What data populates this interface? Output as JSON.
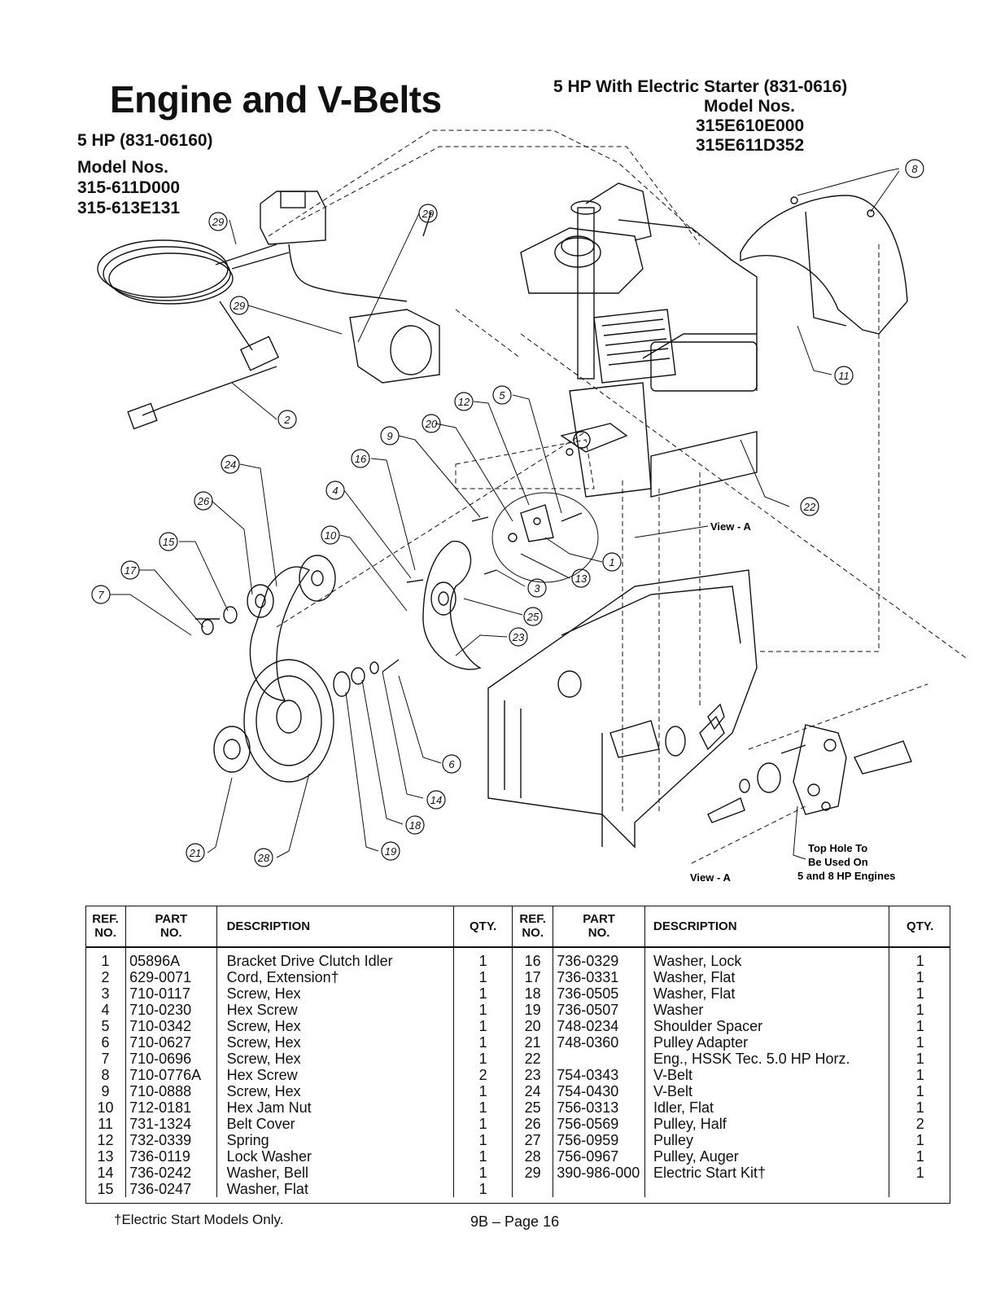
{
  "title": "Engine and V-Belts",
  "left_header": {
    "line1": "5 HP (831-06160)",
    "line2": "Model Nos.",
    "line3": "315-611D000",
    "line4": "315-613E131"
  },
  "right_header": {
    "line1": "5 HP With Electric Starter (831-0616)",
    "line2": "Model Nos.",
    "line3": "315E610E000",
    "line4": "315E611D352"
  },
  "diagram": {
    "callouts": [
      "29",
      "29",
      "29",
      "2",
      "24",
      "26",
      "15",
      "17",
      "7",
      "16",
      "4",
      "10",
      "9",
      "20",
      "12",
      "5",
      "1",
      "13",
      "3",
      "25",
      "23",
      "6",
      "14",
      "18",
      "19",
      "21",
      "28",
      "22",
      "8",
      "11"
    ],
    "view_a_label": "View - A",
    "view_a_caption": "View - A",
    "note_line1": "Top Hole To",
    "note_line2": "Be Used On",
    "note_line3": "5 and 8 HP Engines"
  },
  "table": {
    "headers": {
      "ref": "REF.\nNO.",
      "part": "PART\nNO.",
      "description": "DESCRIPTION",
      "qty": "QTY."
    },
    "left_rows": [
      {
        "ref": "1",
        "part": "05896A",
        "desc": "Bracket Drive Clutch Idler",
        "qty": "1"
      },
      {
        "ref": "2",
        "part": "629-0071",
        "desc": "Cord, Extension†",
        "qty": "1"
      },
      {
        "ref": "3",
        "part": "710-0117",
        "desc": "Screw, Hex",
        "qty": "1"
      },
      {
        "ref": "4",
        "part": "710-0230",
        "desc": "Hex Screw",
        "qty": "1"
      },
      {
        "ref": "5",
        "part": "710-0342",
        "desc": "Screw, Hex",
        "qty": "1"
      },
      {
        "ref": "6",
        "part": "710-0627",
        "desc": "Screw, Hex",
        "qty": "1"
      },
      {
        "ref": "7",
        "part": "710-0696",
        "desc": "Screw, Hex",
        "qty": "1"
      },
      {
        "ref": "8",
        "part": "710-0776A",
        "desc": "Hex Screw",
        "qty": "2"
      },
      {
        "ref": "9",
        "part": "710-0888",
        "desc": "Screw, Hex",
        "qty": "1"
      },
      {
        "ref": "10",
        "part": "712-0181",
        "desc": "Hex Jam Nut",
        "qty": "1"
      },
      {
        "ref": "11",
        "part": "731-1324",
        "desc": "Belt Cover",
        "qty": "1"
      },
      {
        "ref": "12",
        "part": "732-0339",
        "desc": "Spring",
        "qty": "1"
      },
      {
        "ref": "13",
        "part": "736-0119",
        "desc": "Lock Washer",
        "qty": "1"
      },
      {
        "ref": "14",
        "part": "736-0242",
        "desc": "Washer, Bell",
        "qty": "1"
      },
      {
        "ref": "15",
        "part": "736-0247",
        "desc": "Washer, Flat",
        "qty": "1"
      }
    ],
    "right_rows": [
      {
        "ref": "16",
        "part": "736-0329",
        "desc": "Washer, Lock",
        "qty": "1"
      },
      {
        "ref": "17",
        "part": "736-0331",
        "desc": "Washer, Flat",
        "qty": "1"
      },
      {
        "ref": "18",
        "part": "736-0505",
        "desc": "Washer, Flat",
        "qty": "1"
      },
      {
        "ref": "19",
        "part": "736-0507",
        "desc": "Washer",
        "qty": "1"
      },
      {
        "ref": "20",
        "part": "748-0234",
        "desc": "Shoulder Spacer",
        "qty": "1"
      },
      {
        "ref": "21",
        "part": "748-0360",
        "desc": "Pulley Adapter",
        "qty": "1"
      },
      {
        "ref": "22",
        "part": "",
        "desc": "Eng., HSSK Tec. 5.0 HP Horz.",
        "qty": "1"
      },
      {
        "ref": "23",
        "part": "754-0343",
        "desc": "V-Belt",
        "qty": "1"
      },
      {
        "ref": "24",
        "part": "754-0430",
        "desc": "V-Belt",
        "qty": "1"
      },
      {
        "ref": "25",
        "part": "756-0313",
        "desc": "Idler, Flat",
        "qty": "1"
      },
      {
        "ref": "26",
        "part": "756-0569",
        "desc": "Pulley, Half",
        "qty": "2"
      },
      {
        "ref": "27",
        "part": "756-0959",
        "desc": "Pulley",
        "qty": "1"
      },
      {
        "ref": "28",
        "part": "756-0967",
        "desc": "Pulley, Auger",
        "qty": "1"
      },
      {
        "ref": "29",
        "part": "390-986-000",
        "desc": "Electric Start Kit†",
        "qty": "1"
      }
    ]
  },
  "footnote": "†Electric Start Models Only.",
  "page_number": "9B – Page 16"
}
